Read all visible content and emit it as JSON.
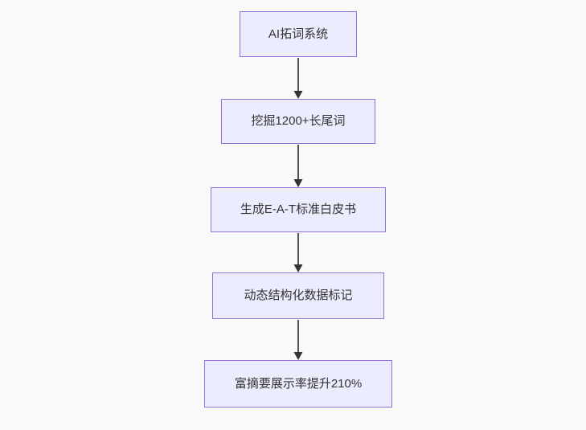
{
  "diagram": {
    "type": "flowchart",
    "direction": "top-to-bottom",
    "colors": {
      "background": "#f9f9f9",
      "node_fill": "#ececff",
      "node_border": "#9370db",
      "edge": "#333333",
      "text": "#333333"
    },
    "nodes": [
      {
        "id": "A",
        "label": "AI拓词系统"
      },
      {
        "id": "B",
        "label": "挖掘1200+长尾词"
      },
      {
        "id": "C",
        "label": "生成E-A-T标准白皮书"
      },
      {
        "id": "D",
        "label": "动态结构化数据标记"
      },
      {
        "id": "E",
        "label": "富摘要展示率提升210%"
      }
    ],
    "edges": [
      {
        "from": "A",
        "to": "B",
        "style": "arrow-down"
      },
      {
        "from": "B",
        "to": "C",
        "style": "arrow-down"
      },
      {
        "from": "C",
        "to": "D",
        "style": "arrow-down"
      },
      {
        "from": "D",
        "to": "E",
        "style": "arrow-down"
      }
    ]
  }
}
